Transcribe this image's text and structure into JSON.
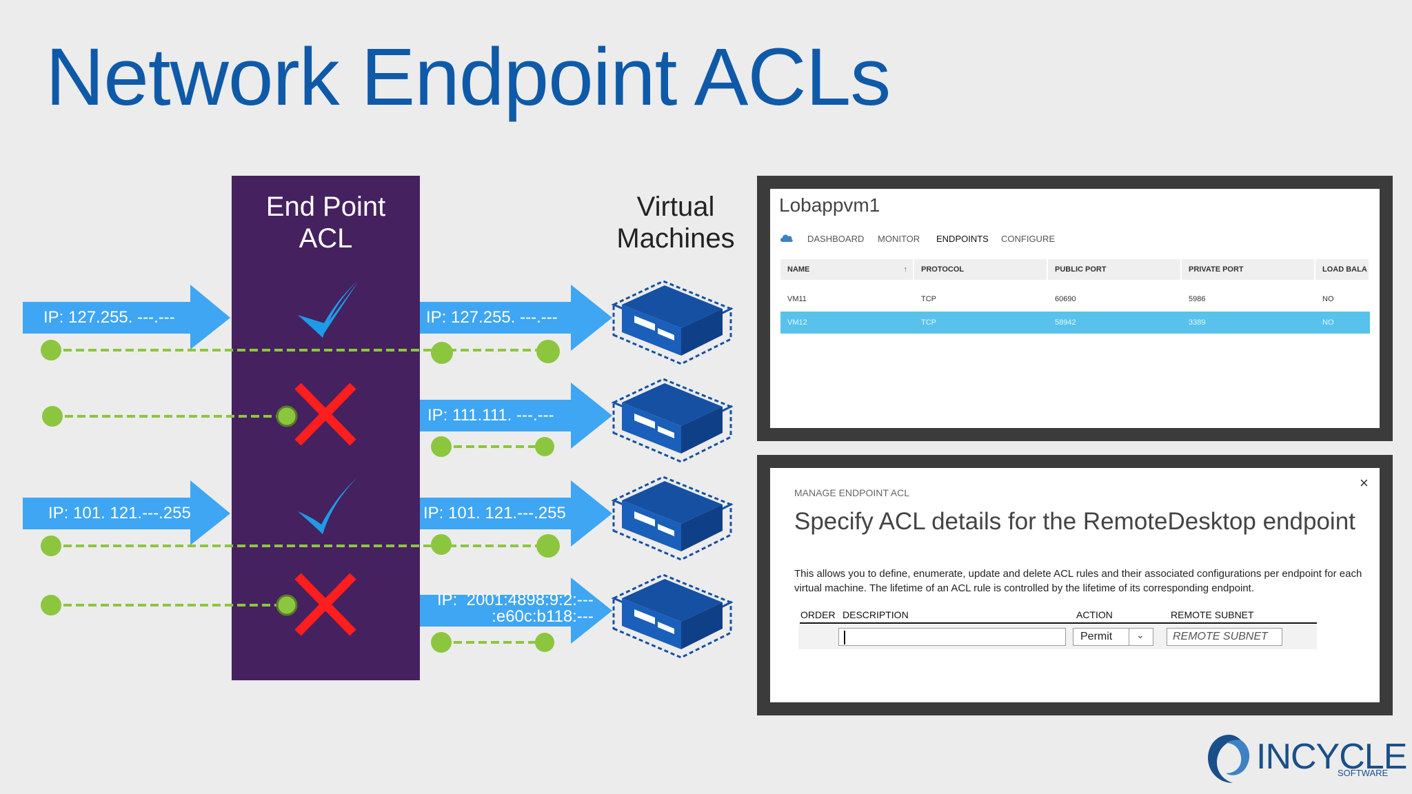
{
  "slide": {
    "title": "Network Endpoint ACLs"
  },
  "diagram": {
    "acl_heading": "End Point\nACL",
    "vm_heading": "Virtual\nMachines",
    "incoming_ips": [
      "IP:  127.255. ---.---",
      "IP:  101. 121.---.255"
    ],
    "vm_ips": [
      "IP:  127.255. ---.---",
      "IP:  111.111. ---.---",
      "IP:  101. 121.---.255",
      "IP:  2001:4898:9:2:---\n:e60c:b118:---"
    ],
    "rule_results": [
      "allow",
      "deny",
      "allow",
      "deny"
    ],
    "colors": {
      "arrow": "#3ea6f2",
      "acl": "#45215f",
      "check": "#1e9be6",
      "cross": "#ff1e1e",
      "dot": "#8cc63f",
      "server": "#1550a3"
    },
    "icons": {
      "allow": "check-icon",
      "deny": "cross-icon",
      "vm": "server-icon"
    }
  },
  "vm_panel": {
    "title": "Lobappvm1",
    "tabs": [
      "DASHBOARD",
      "MONITOR",
      "ENDPOINTS",
      "CONFIGURE"
    ],
    "active_tab": "ENDPOINTS",
    "columns": [
      "NAME",
      "PROTOCOL",
      "PUBLIC PORT",
      "PRIVATE PORT",
      "LOAD BALA"
    ],
    "rows": [
      {
        "name": "VM11",
        "protocol": "TCP",
        "public_port": "60690",
        "private_port": "5986",
        "load_balanced": "NO"
      },
      {
        "name": "VM12",
        "protocol": "TCP",
        "public_port": "58942",
        "private_port": "3389",
        "load_balanced": "NO"
      }
    ]
  },
  "acl_dialog": {
    "small_title": "MANAGE ENDPOINT ACL",
    "close": "×",
    "heading": "Specify ACL details for the RemoteDesktop endpoint",
    "description": "This allows you to define, enumerate, update and delete ACL rules and their associated configurations per endpoint for each virtual machine. The lifetime of an ACL rule is controlled by the lifetime of its corresponding endpoint.",
    "columns": {
      "order": "ORDER",
      "description": "DESCRIPTION",
      "action": "ACTION",
      "remote_subnet": "REMOTE SUBNET"
    },
    "description_value": "",
    "action_value": "Permit",
    "remote_subnet_placeholder": "REMOTE SUBNET"
  },
  "logo": {
    "name": "INCYCLE",
    "tagline": "SOFTWARE"
  }
}
